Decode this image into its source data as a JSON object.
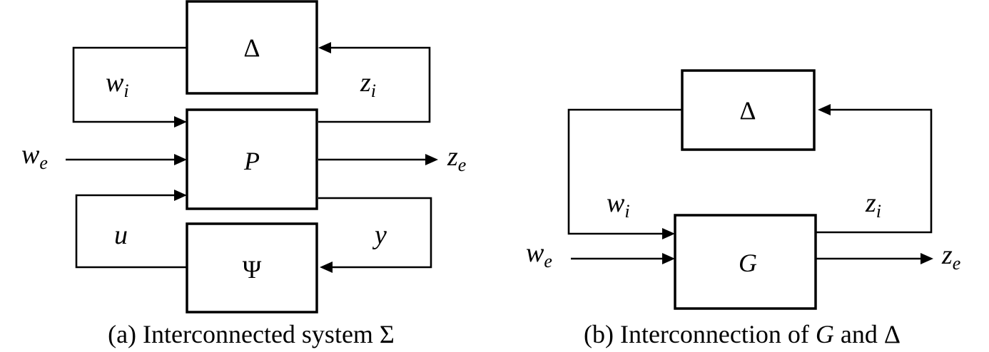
{
  "panel_a": {
    "blocks": {
      "top": "Δ",
      "middle": "P",
      "bottom": "Ψ"
    },
    "signals": {
      "w_i": {
        "base": "w",
        "sub": "i"
      },
      "z_i": {
        "base": "z",
        "sub": "i"
      },
      "w_e": {
        "base": "w",
        "sub": "e"
      },
      "z_e": {
        "base": "z",
        "sub": "e"
      },
      "u": "u",
      "y": "y"
    },
    "caption": {
      "prefix": "(a) Interconnected system Σ"
    }
  },
  "panel_b": {
    "blocks": {
      "top": "Δ",
      "bottom": "G"
    },
    "signals": {
      "w_i": {
        "base": "w",
        "sub": "i"
      },
      "z_i": {
        "base": "z",
        "sub": "i"
      },
      "w_e": {
        "base": "w",
        "sub": "e"
      },
      "z_e": {
        "base": "z",
        "sub": "e"
      }
    },
    "caption": {
      "prefix": "(b) Interconnection of ",
      "var": "G",
      "mid": " and ",
      "end": "Δ"
    }
  }
}
